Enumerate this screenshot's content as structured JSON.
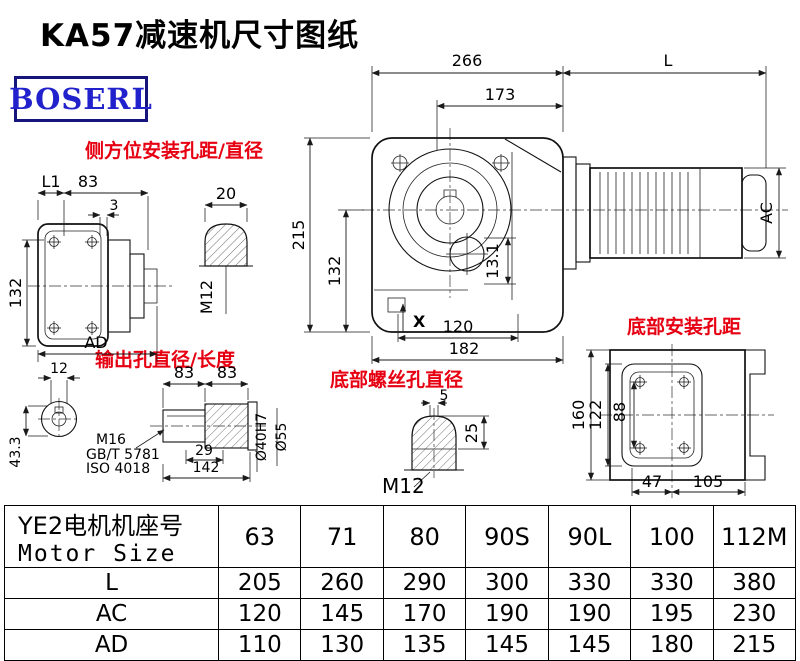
{
  "page": {
    "title": "KA57减速机尺寸图纸",
    "brand": "BOSERL"
  },
  "annotations": {
    "side_mount": "侧方位安装孔距/直径",
    "output_hole": "输出孔直径/长度",
    "bottom_screw": "底部螺丝孔直径",
    "bottom_mount": "底部安装孔距"
  },
  "dims": {
    "main": {
      "d266": "266",
      "L": "L",
      "d173": "173",
      "d215": "215",
      "d132": "132",
      "d13_1": "13.1",
      "ac": "AC",
      "d120": "120",
      "d182": "182",
      "x_mark": "X"
    },
    "side": {
      "l1": "L1",
      "d83": "83",
      "d3": "3",
      "d132": "132",
      "ad": "AD",
      "d20": "20",
      "m12": "M12"
    },
    "shaft": {
      "d12": "12",
      "d43_3": "43.3",
      "d83a": "83",
      "d83b": "83",
      "m16": "M16",
      "gbt": "GB/T 5781",
      "iso": "ISO 4018",
      "d29": "29",
      "d142": "142",
      "dia40": "Ø40H7",
      "dia55": "Ø55"
    },
    "bolt": {
      "d5": "5",
      "d25": "25",
      "m12": "M12"
    },
    "bottom": {
      "d160": "160",
      "d122": "122",
      "d88": "88",
      "d47": "47",
      "d105": "105"
    }
  },
  "table": {
    "header": {
      "line1": "YE2电机机座号",
      "line2": "Motor Size"
    },
    "sizes": [
      "63",
      "71",
      "80",
      "90S",
      "90L",
      "100",
      "112M"
    ],
    "rows": [
      {
        "label": "L",
        "values": [
          "205",
          "260",
          "290",
          "300",
          "330",
          "330",
          "380"
        ]
      },
      {
        "label": "AC",
        "values": [
          "120",
          "145",
          "170",
          "190",
          "190",
          "195",
          "230"
        ]
      },
      {
        "label": "AD",
        "values": [
          "110",
          "130",
          "135",
          "145",
          "145",
          "180",
          "215"
        ]
      }
    ]
  },
  "colors": {
    "annotation_red": "#e60012",
    "brand_blue": "#2222cc",
    "brand_border_navy": "#15157d",
    "line": "#1a1a1a"
  }
}
